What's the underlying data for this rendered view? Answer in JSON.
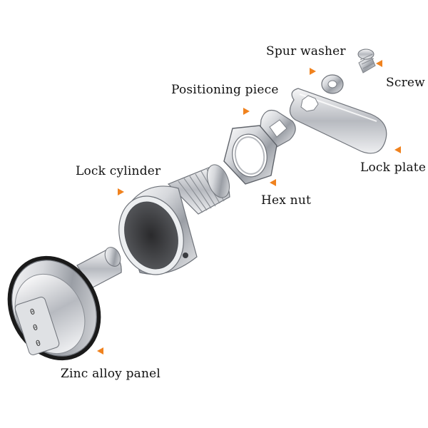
{
  "labels": {
    "spur_washer": "Spur washer",
    "screw": "Screw",
    "positioning_piece": "Positioning piece",
    "lock_plate": "Lock plate",
    "lock_cylinder": "Lock cylinder",
    "hex_nut": "Hex nut",
    "zinc_alloy_panel": "Zinc alloy panel"
  },
  "dial_digits": [
    "0",
    "0",
    "0"
  ],
  "colors": {
    "arrow": "#f0821e",
    "metal_light": "#f4f4f6",
    "metal_mid": "#c9cbd0",
    "metal_dark": "#6f737a",
    "rubber": "#1a1a1a"
  },
  "icons": {
    "pointer": "orange-triangle-arrow"
  }
}
